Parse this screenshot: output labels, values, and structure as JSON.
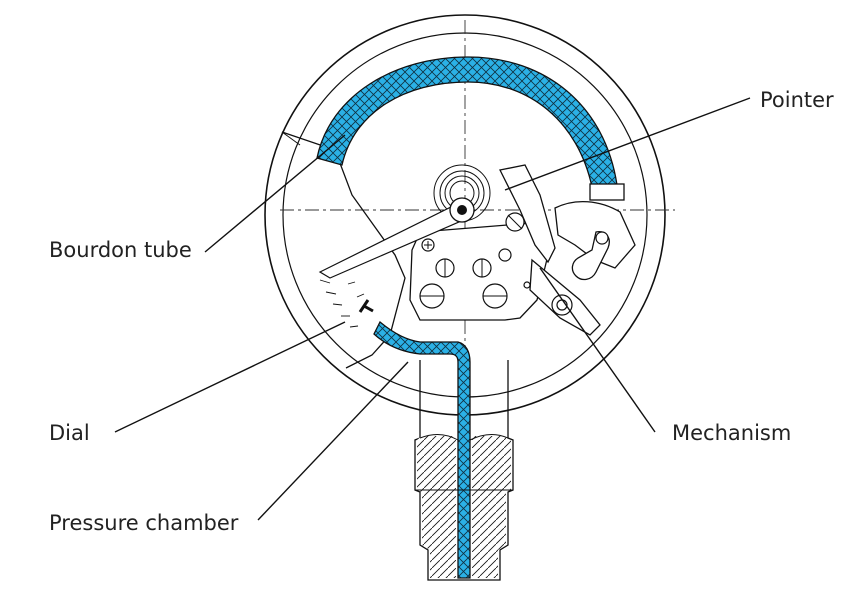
{
  "labels": {
    "bourdon_tube": "Bourdon tube",
    "dial": "Dial",
    "pressure_chamber": "Pressure chamber",
    "pointer": "Pointer",
    "mechanism": "Mechanism"
  },
  "colors": {
    "tube_fill": "#2BB1E6",
    "line": "#111111",
    "label_text": "#222222",
    "background": "#ffffff"
  }
}
